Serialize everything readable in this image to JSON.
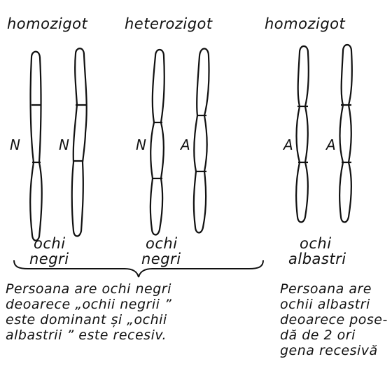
{
  "labels": {
    "left_top": "homozigot",
    "middle_top": "heterozigot",
    "right_top": "homozigot"
  },
  "alleles": {
    "p1_a": "N",
    "p1_b": "N",
    "p2_a": "N",
    "p2_b": "A",
    "p3_a": "A",
    "p3_b": "A"
  },
  "phenotypes": {
    "p1_line1": "ochi",
    "p1_line2": "negri",
    "p2_line1": "ochi",
    "p2_line2": "negri",
    "p3_line1": "ochi",
    "p3_line2": "albastri"
  },
  "explanations": {
    "left": "Persoana are ochi negri\ndeoarece „ochii negrii ”\neste dominant și „ochii\nalbastrii ” este recesiv.",
    "right": "Persoana are\nochii albastri\ndeoarece pose-\ndă de 2 ori\ngena recesivă"
  }
}
